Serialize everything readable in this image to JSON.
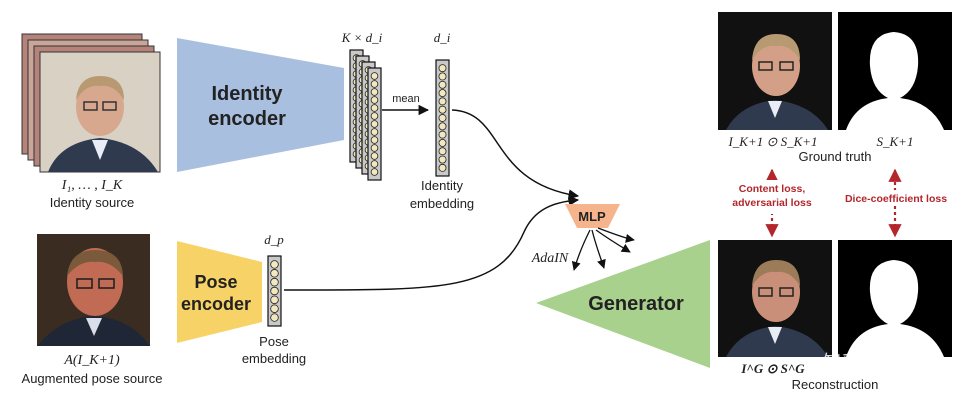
{
  "identity_source": {
    "symbol": "I₁, … , I_K",
    "label": "Identity source"
  },
  "pose_source": {
    "symbol": "A(I_K+1)",
    "label": "Augmented pose source"
  },
  "identity_encoder": {
    "line1": "Identity",
    "line2": "encoder"
  },
  "pose_encoder": {
    "line1": "Pose",
    "line2": "encoder"
  },
  "feature_stack_label": "K × d_i",
  "mean_label": "mean",
  "identity_embedding": {
    "symbol": "d_i",
    "line1": "Identity",
    "line2": "embedding"
  },
  "pose_embedding": {
    "symbol": "d_p",
    "line1": "Pose",
    "line2": "embedding"
  },
  "mlp_label": "MLP",
  "adain_label": "AdaIN",
  "generator_label": "Generator",
  "ground_truth": {
    "image_caption": "I_K+1 ⊙ S_K+1",
    "mask_caption": "S_K+1",
    "label": "Ground truth"
  },
  "losses": {
    "content_line1": "Content loss,",
    "content_line2": "adversarial loss",
    "dice": "Dice-coefficient loss"
  },
  "reconstruction": {
    "image_caption": "I^G ⊙ S^G",
    "label": "Reconstruction"
  },
  "watermark": "知乎 @哦哦哦",
  "colors": {
    "identity_encoder": "#a9bfdf",
    "pose_encoder": "#f7d267",
    "generator": "#a9d18e",
    "mlp": "#f5b48c",
    "loss_arrow": "#b3262b",
    "circle_fill": "#f3e7bd"
  }
}
